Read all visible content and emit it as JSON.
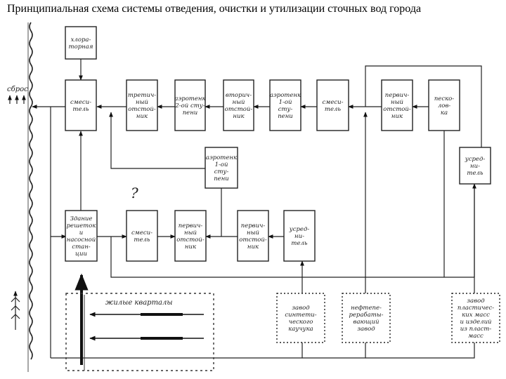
{
  "title": "Принципиальная схема системы отведения, очистки и утилизации сточных вод города",
  "discharge_label": "сброс",
  "blocks": {
    "chlorinator": [
      "хлора-",
      "торная"
    ],
    "mixer_top": [
      "смеси-",
      "тель"
    ],
    "tertiary_settler": [
      "третич-",
      "ный",
      "отстой-",
      "ник"
    ],
    "aerotank_2": [
      "аэротенк",
      "2-ой сту-",
      "пени"
    ],
    "secondary_settler_top": [
      "вторич-",
      "ный",
      "отстой-",
      "ник"
    ],
    "aerotank_1_top": [
      "аэротенк",
      "1-ой",
      "сту-",
      "пени"
    ],
    "mixer_mid": [
      "смеси-",
      "тель"
    ],
    "primary_settler_top": [
      "первич-",
      "ный",
      "отстой-",
      "ник"
    ],
    "sand_trap": [
      "песко-",
      "лов-",
      "ка"
    ],
    "equalizer_right": [
      "усред-",
      "ни-",
      "тель"
    ],
    "aerotank_1_mid": [
      "аэротенк",
      "1-ой",
      "сту-",
      "пени"
    ],
    "pumping_station": [
      "Здание",
      "решеток",
      "и",
      "насосной",
      "стан-",
      "ции"
    ],
    "mixer_low": [
      "смеси-",
      "тель"
    ],
    "primary_settler_low": [
      "первич-",
      "ный",
      "отстой-",
      "ник"
    ],
    "secondary_settler_low": [
      "первич-",
      "ный",
      "отстой-",
      "ник"
    ],
    "equalizer_low": [
      "усред-",
      "ни-",
      "тель"
    ],
    "synthetic_rubber_plant": [
      "завод",
      "синтети-",
      "ческого",
      "каучука"
    ],
    "oil_refinery": [
      "нефтепе-",
      "рерабаты-",
      "вающий",
      "завод"
    ],
    "plastics_plant": [
      "завод",
      "пластичес-",
      "ких масс",
      "и изделий",
      "из пласт-",
      "масс"
    ]
  },
  "residential_label": "жилые кварталы",
  "question_mark": "?"
}
